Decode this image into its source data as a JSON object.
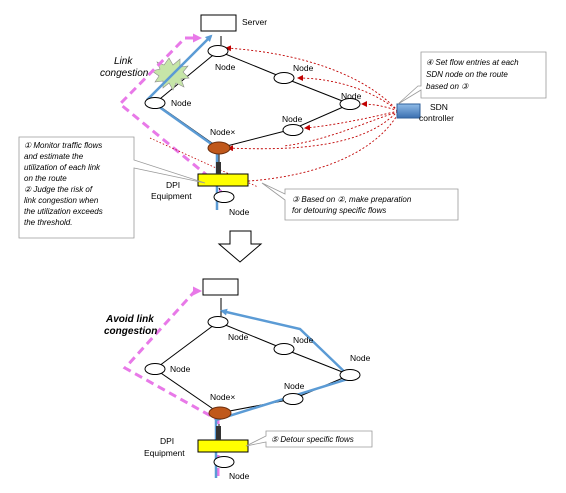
{
  "colors": {
    "flow": "#5b9bd5",
    "detour": "#e879e8",
    "control": "#c00000",
    "node_x": "#c0581b",
    "dpi": "#ffff00",
    "controller": "#4a86c8",
    "burst": "#c6e5a8"
  },
  "top": {
    "server": "Server",
    "node": "Node",
    "node_x": "Node×",
    "link_congestion": [
      "Link",
      "congestion"
    ],
    "dpi": [
      "DPI",
      "Equipment"
    ],
    "sdn_controller": [
      "SDN",
      "controller"
    ],
    "callout_monitor": [
      "① Monitor traffic flows",
      "and estimate the",
      "utilization of each link",
      "on the route",
      "② Judge the risk of",
      "link congestion when",
      "the utilization exceeds",
      "the threshold."
    ],
    "callout_prepare": [
      "③  Based on ②, make preparation",
      "for detouring specific flows"
    ],
    "callout_set": [
      "④ Set flow entries at each",
      "SDN node on the route",
      "based on ③"
    ]
  },
  "bottom": {
    "node": "Node",
    "node_x": "Node×",
    "avoid": [
      "Avoid link",
      "congestion"
    ],
    "dpi": [
      "DPI",
      "Equipment"
    ],
    "callout_detour": "⑤ Detour specific flows"
  }
}
